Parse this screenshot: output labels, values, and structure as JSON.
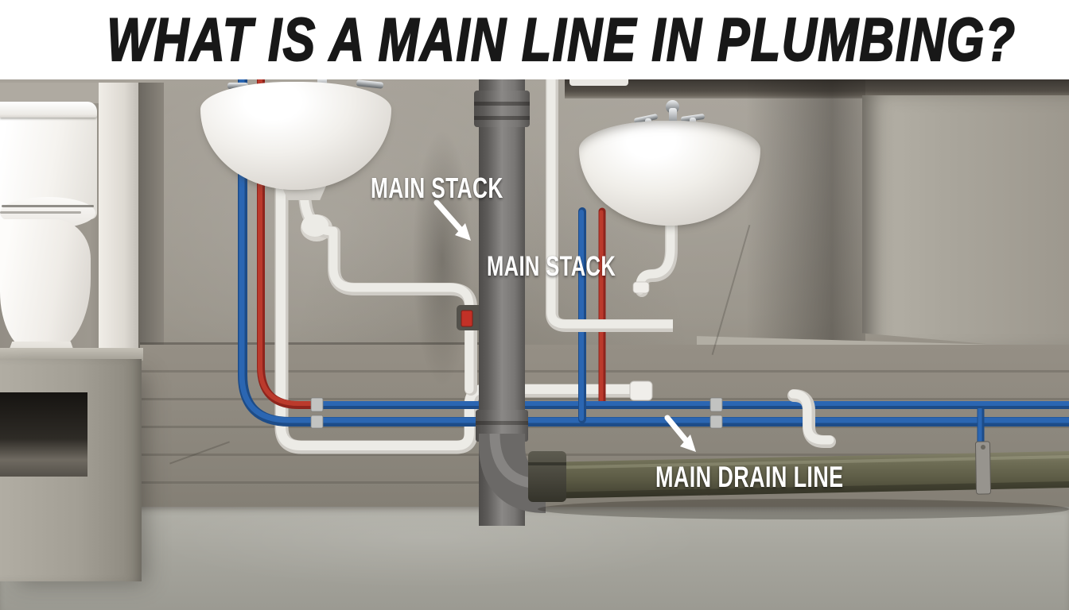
{
  "header": {
    "title": "WHAT IS A MAIN LINE IN PLUMBING?"
  },
  "annotations": [
    {
      "id": "main-stack-upper",
      "label": "MAIN STACK",
      "arrow": "down-right"
    },
    {
      "id": "main-stack-lower",
      "label": "MAIN STACK",
      "arrow": "none"
    },
    {
      "id": "main-drain-line",
      "label": "MAIN DRAIN LINE",
      "arrow": "down-right"
    }
  ],
  "scene": {
    "fixtures": [
      "toilet",
      "wall-hung-sink-left",
      "wall-hung-sink-right"
    ],
    "pipes": [
      {
        "name": "cold-water-supply",
        "color": "#2b66b2"
      },
      {
        "name": "hot-water-supply",
        "color": "#bb3a2c"
      },
      {
        "name": "pvc-drain-and-vent",
        "color": "#ecebe6"
      },
      {
        "name": "main-stack",
        "color": "#757371"
      },
      {
        "name": "main-drain-line",
        "color": "#64634a"
      }
    ]
  },
  "palette": {
    "title_bg": "#ffffff",
    "title_text": "#181818",
    "label_text": "#ffffff",
    "wall_concrete": "#9c978e",
    "floor_concrete": "#a6a59d",
    "copper_fitting": "#b9703a",
    "valve_red": "#c23127"
  }
}
